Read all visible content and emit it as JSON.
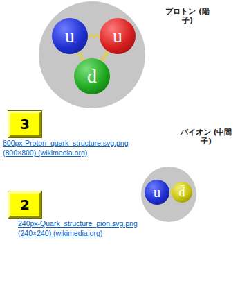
{
  "diagram": {
    "nodes": [
      {
        "text": [
          "プロトン (陽子)"
        ]
      },
      {
        "text": [
          "u"
        ],
        "in": 0
      },
      {
        "text": [
          "u"
        ],
        "in": 0
      },
      {
        "text": [
          "d"
        ],
        "in": 0
      },
      {
        "text": [
          "3"
        ]
      },
      {
        "text": [
          "パイオン (中間子)"
        ]
      },
      {
        "text": [
          "u"
        ],
        "in": 5
      },
      {
        "text": [
          "d̄"
        ],
        "in": 5
      },
      {
        "text": [
          "2"
        ]
      }
    ],
    "edges": [
      {
        "from": 1,
        "to": 2,
        "arrow": "none"
      },
      {
        "from": 1,
        "to": 3,
        "arrow": "none"
      },
      {
        "from": 2,
        "to": 3,
        "arrow": "none"
      },
      {
        "from": 6,
        "to": 7,
        "arrow": "none"
      }
    ],
    "labels": [
      "800px-Proton_quark_structure.svg.png (800×800) (wikimedia.org)",
      "240px-Quark_structure_pion.svg.png (240×240) (wikimedia.org)"
    ]
  }
}
